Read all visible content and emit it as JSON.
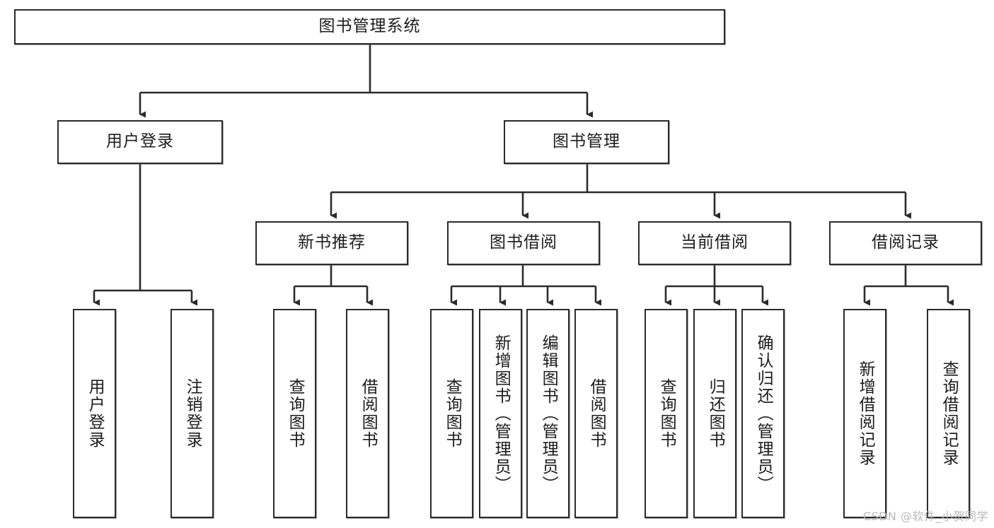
{
  "diagram": {
    "title": "图书管理系统",
    "type": "tree-hierarchy",
    "orientation": "top-down",
    "colors": {
      "border": "#2b2b2b",
      "fill": "#ffffff",
      "text": "#1c1c1c",
      "edge": "#2b2b2b",
      "watermark": "#b9b9b9"
    }
  },
  "nodes": {
    "root": {
      "label": "图书管理系统"
    },
    "level2": [
      {
        "label": "用户登录"
      },
      {
        "label": "图书管理"
      }
    ],
    "level3": [
      {
        "label": "新书推荐"
      },
      {
        "label": "图书借阅"
      },
      {
        "label": "当前借阅"
      },
      {
        "label": "借阅记录"
      }
    ],
    "leaves": {
      "user_login": [
        {
          "label": "用户登录"
        },
        {
          "label": "注销登录"
        }
      ],
      "new_book": [
        {
          "label": "查询图书"
        },
        {
          "label": "借阅图书"
        }
      ],
      "book_borrow": [
        {
          "label": "查询图书"
        },
        {
          "label": "新增图书（管理员）"
        },
        {
          "label": "编辑图书（管理员）"
        },
        {
          "label": "借阅图书"
        }
      ],
      "current_borrow": [
        {
          "label": "查询图书"
        },
        {
          "label": "归还图书"
        },
        {
          "label": "确认归还（管理员）"
        }
      ],
      "borrow_record": [
        {
          "label": "新增借阅记录"
        },
        {
          "label": "查询借阅记录"
        }
      ]
    }
  },
  "watermark": {
    "text": "CSDN @软件_小贺同学"
  }
}
